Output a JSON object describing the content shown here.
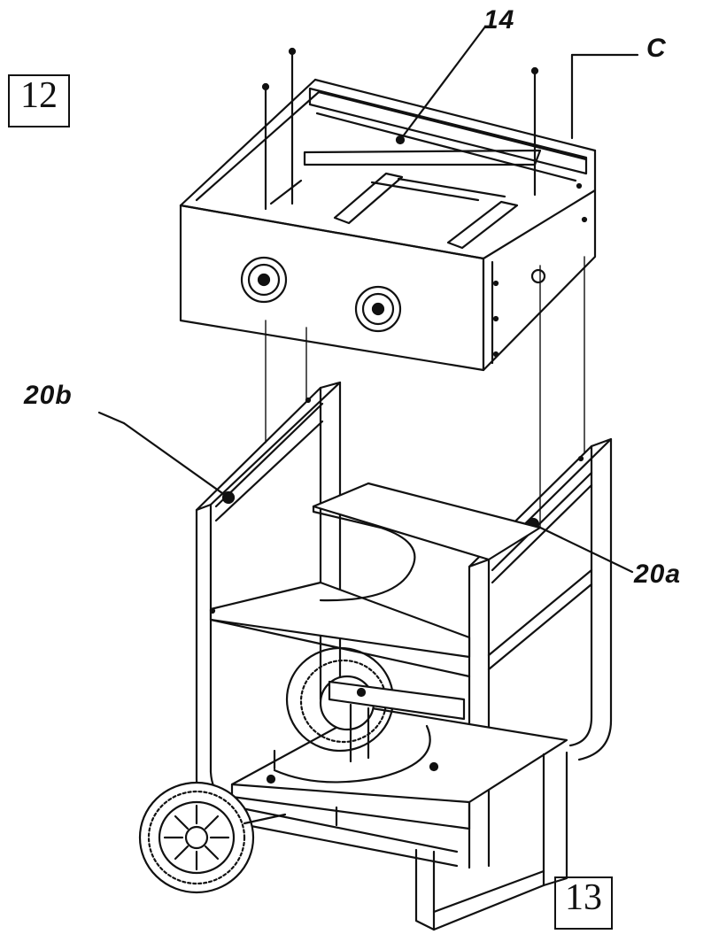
{
  "step_labels": {
    "top_left": "12",
    "bottom_right": "13"
  },
  "callouts": {
    "c14": "14",
    "cC": "C",
    "c20b": "20b",
    "c20a": "20a"
  },
  "colors": {
    "line": "#111111",
    "paper": "#ffffff"
  }
}
